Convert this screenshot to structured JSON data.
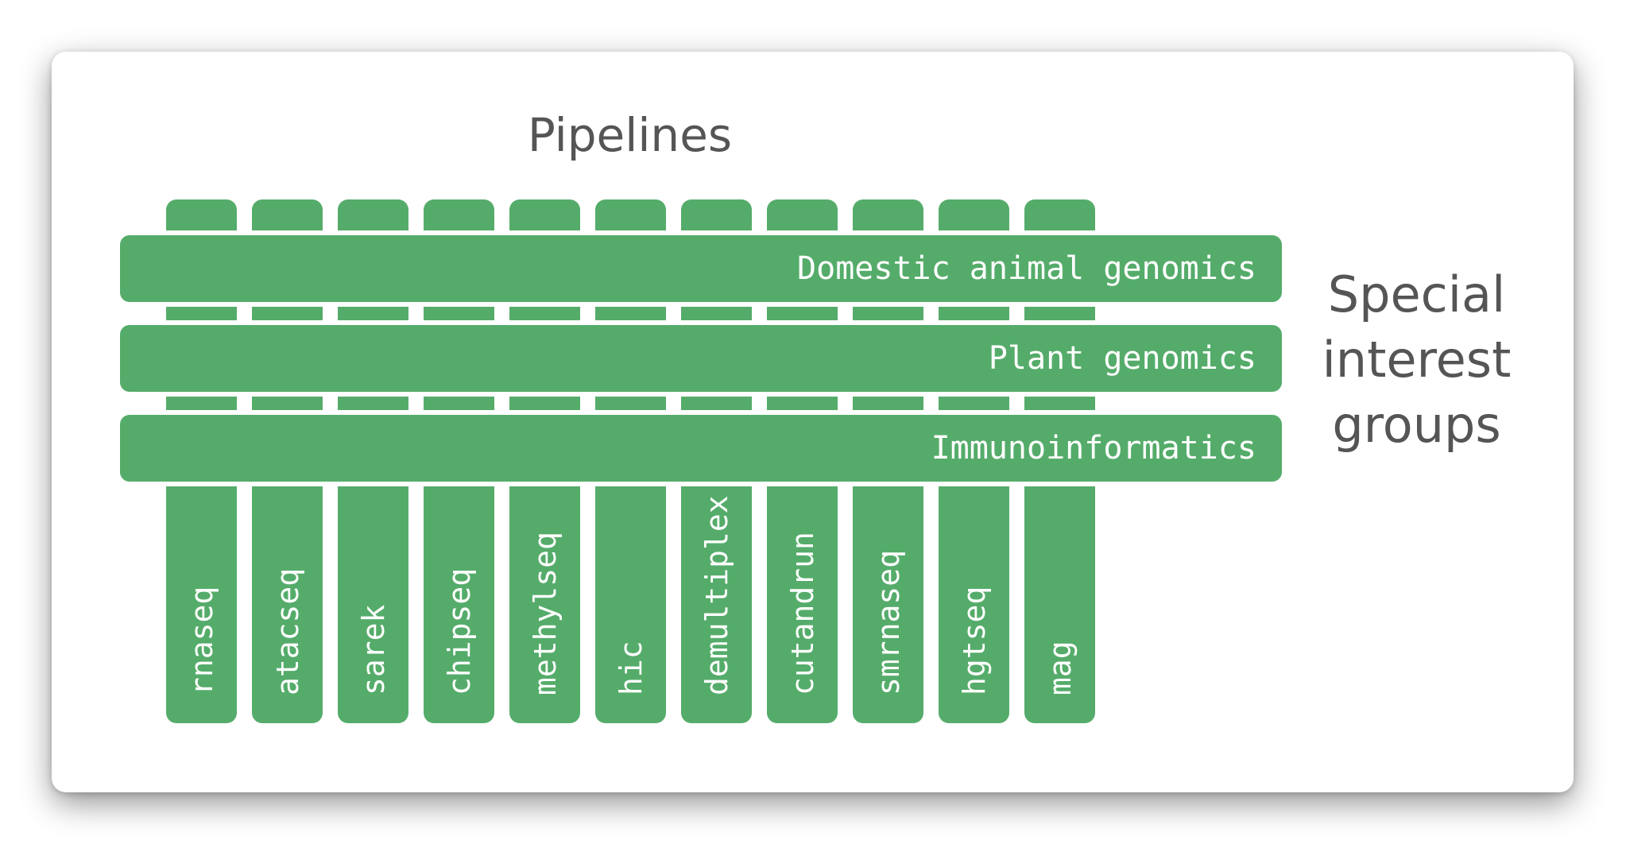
{
  "diagram": {
    "title": "Pipelines",
    "side_label_lines": [
      "Special",
      "interest",
      "groups"
    ],
    "pipelines": [
      "rnaseq",
      "atacseq",
      "sarek",
      "chipseq",
      "methylseq",
      "hic",
      "demultiplex",
      "cutandrun",
      "smrnaseq",
      "hgtseq",
      "mag"
    ],
    "interest_groups": [
      "Domestic animal genomics",
      "Plant genomics",
      "Immunoinformatics"
    ],
    "colors": {
      "green": "#55ac6a",
      "text": "#555555",
      "label": "#ffffff"
    }
  }
}
